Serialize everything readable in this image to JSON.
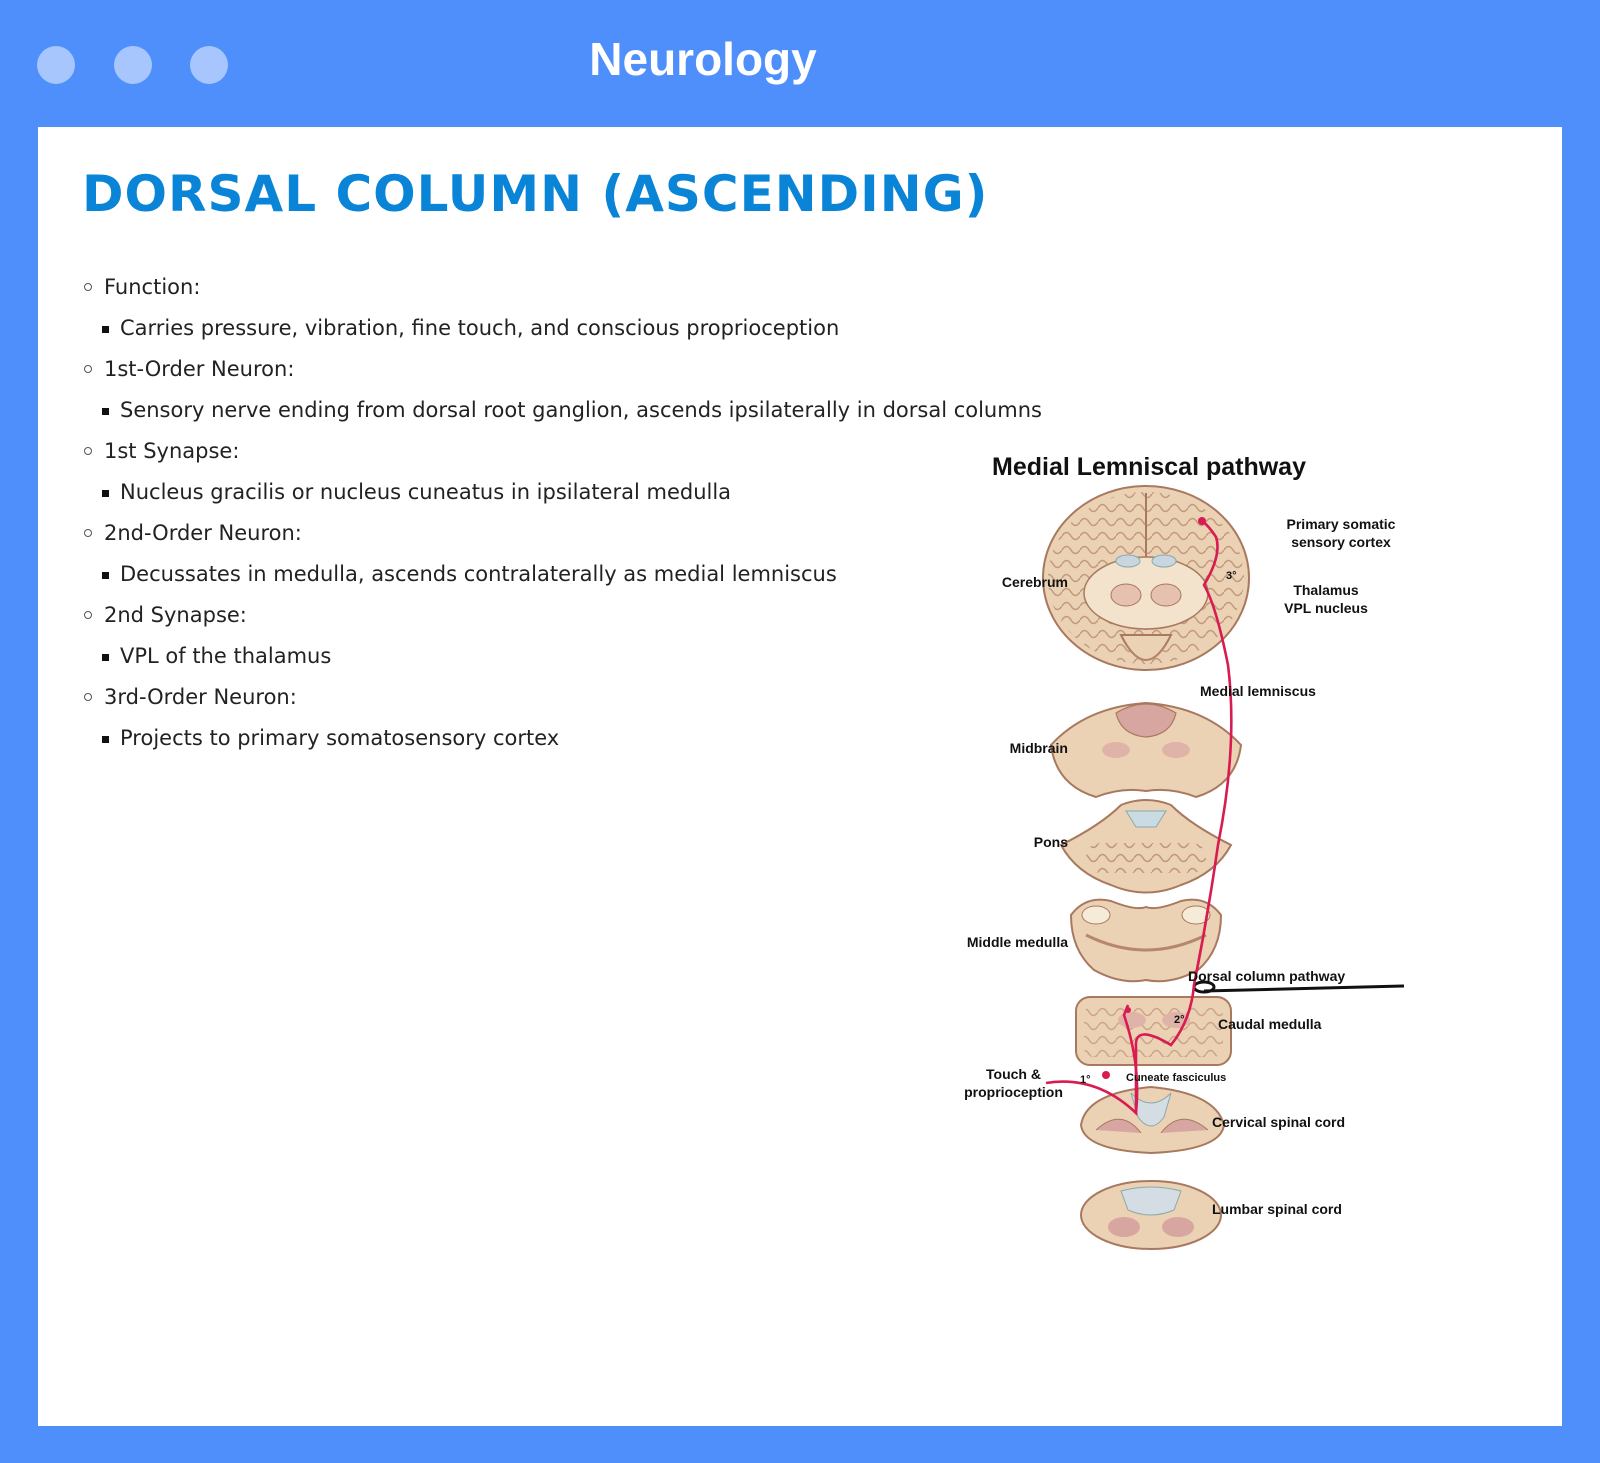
{
  "window": {
    "title": "Neurology"
  },
  "page": {
    "heading": "DORSAL COLUMN (ASCENDING)",
    "outline": [
      {
        "label": "Function:",
        "detail": "Carries pressure, vibration, fine touch, and conscious proprioception"
      },
      {
        "label": "1st-Order Neuron:",
        "detail": "Sensory nerve ending from dorsal root ganglion, ascends ipsilaterally in dorsal columns"
      },
      {
        "label": "1st Synapse:",
        "detail": "Nucleus gracilis or nucleus cuneatus in ipsilateral medulla"
      },
      {
        "label": "2nd-Order Neuron:",
        "detail": "Decussates in medulla, ascends contralaterally as medial lemniscus"
      },
      {
        "label": "2nd Synapse:",
        "detail": "VPL of the thalamus"
      },
      {
        "label": "3rd-Order Neuron:",
        "detail": "Projects to primary somatosensory cortex"
      }
    ]
  },
  "figure": {
    "title": "Medial Lemniscal pathway",
    "labels": {
      "cortex_1": "Primary somatic",
      "cortex_2": "sensory cortex",
      "cerebrum": "Cerebrum",
      "thalamus_1": "Thalamus",
      "thalamus_2": "VPL nucleus",
      "medial_lemniscus": "Medial lemniscus",
      "midbrain": "Midbrain",
      "pons": "Pons",
      "middle_medulla": "Middle medulla",
      "dorsal_column_pathway": "Dorsal column pathway",
      "caudal_medulla": "Caudal medulla",
      "touch_1": "Touch &",
      "touch_2": "proprioception",
      "cuneate": "Cuneate fasciculus",
      "cervical": "Cervical spinal cord",
      "lumbar": "Lumbar spinal cord",
      "neuron_1": "1°",
      "neuron_2": "2°",
      "neuron_3": "3°"
    },
    "colors": {
      "tissue": "#e8c9a8",
      "tissue_dark": "#c99a86",
      "pathway": "#d81b50",
      "heading": "#0a84d6",
      "frame": "#4f8ffb"
    }
  }
}
